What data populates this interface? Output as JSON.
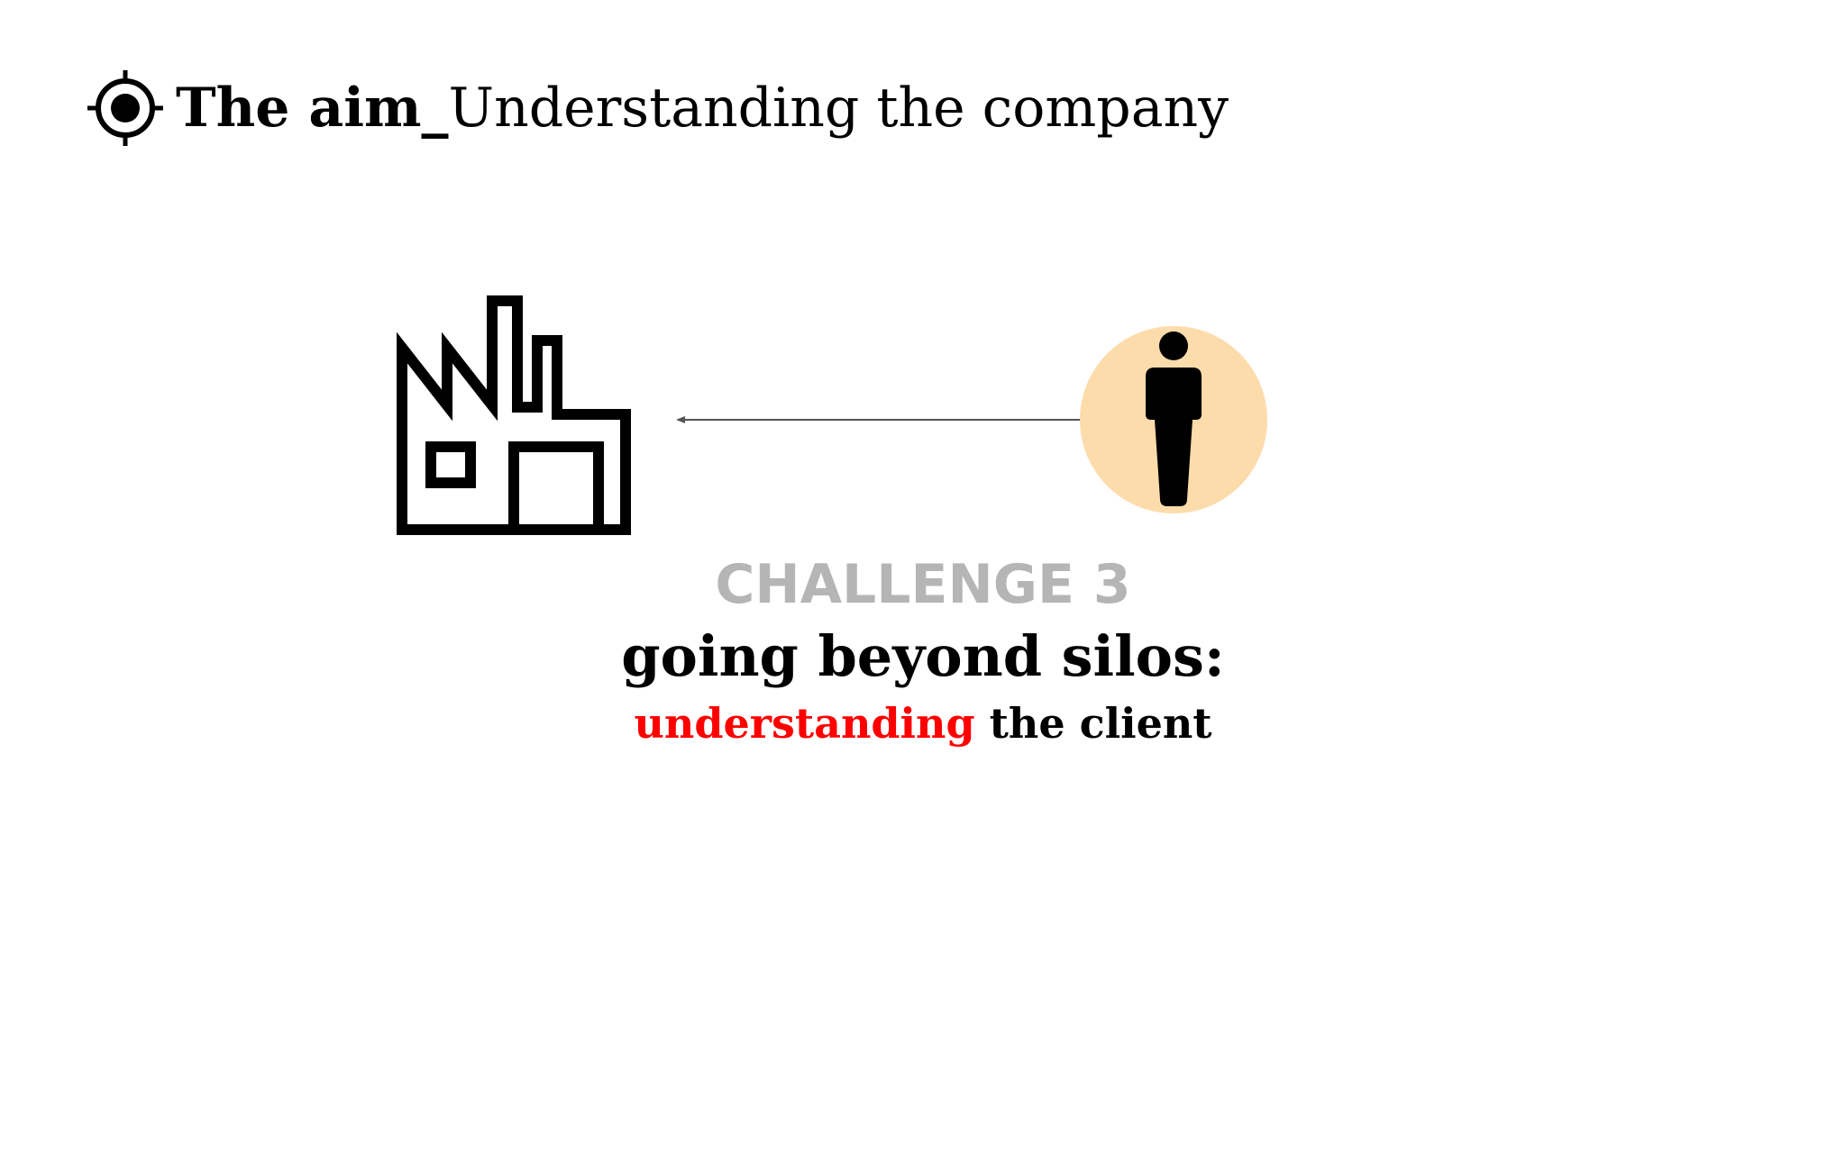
{
  "header": {
    "icon": "target-icon",
    "title_bold": "The aim_",
    "title_rest": "Understanding the company"
  },
  "diagram": {
    "left_icon": "factory-icon",
    "connector": "double-arrow",
    "right_icon": "person-icon",
    "circle_color": "#fddcac"
  },
  "challenge": {
    "label": "CHALLENGE 3",
    "subtitle": "going beyond silos:",
    "tagline_accent": "understanding",
    "tagline_rest": "the client",
    "accent_color": "#ff0000",
    "label_color": "#b5b5b5"
  }
}
